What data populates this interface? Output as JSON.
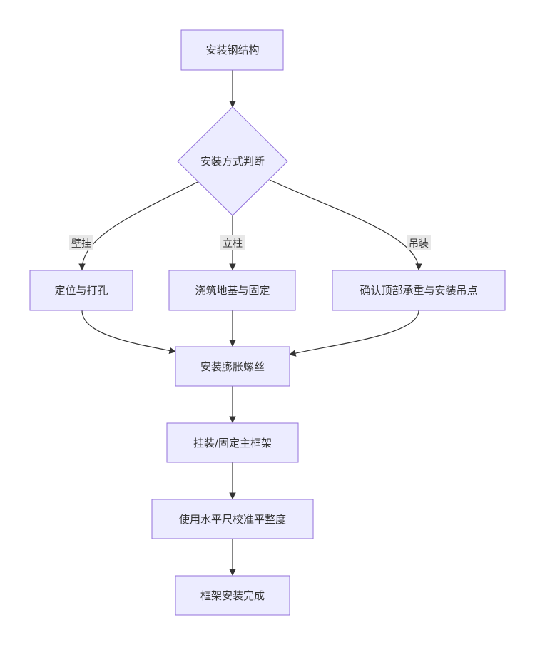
{
  "nodes": {
    "install_steel": "安装钢结构",
    "decision": "安装方式判断",
    "locate_drill": "定位与打孔",
    "pour_foundation": "浇筑地基与固定",
    "confirm_top": "确认顶部承重与安装吊点",
    "install_bolts": "安装膨胀螺丝",
    "hang_frame": "挂装/固定主框架",
    "level_adjust": "使用水平尺校准平整度",
    "frame_done": "框架安装完成"
  },
  "edges": {
    "wall_mount": "壁挂",
    "column": "立柱",
    "hoist": "吊装"
  },
  "colors": {
    "node_fill": "#ECECFF",
    "node_stroke": "#9370DB",
    "edge": "#333333",
    "label_bg": "#e8e8e8"
  }
}
